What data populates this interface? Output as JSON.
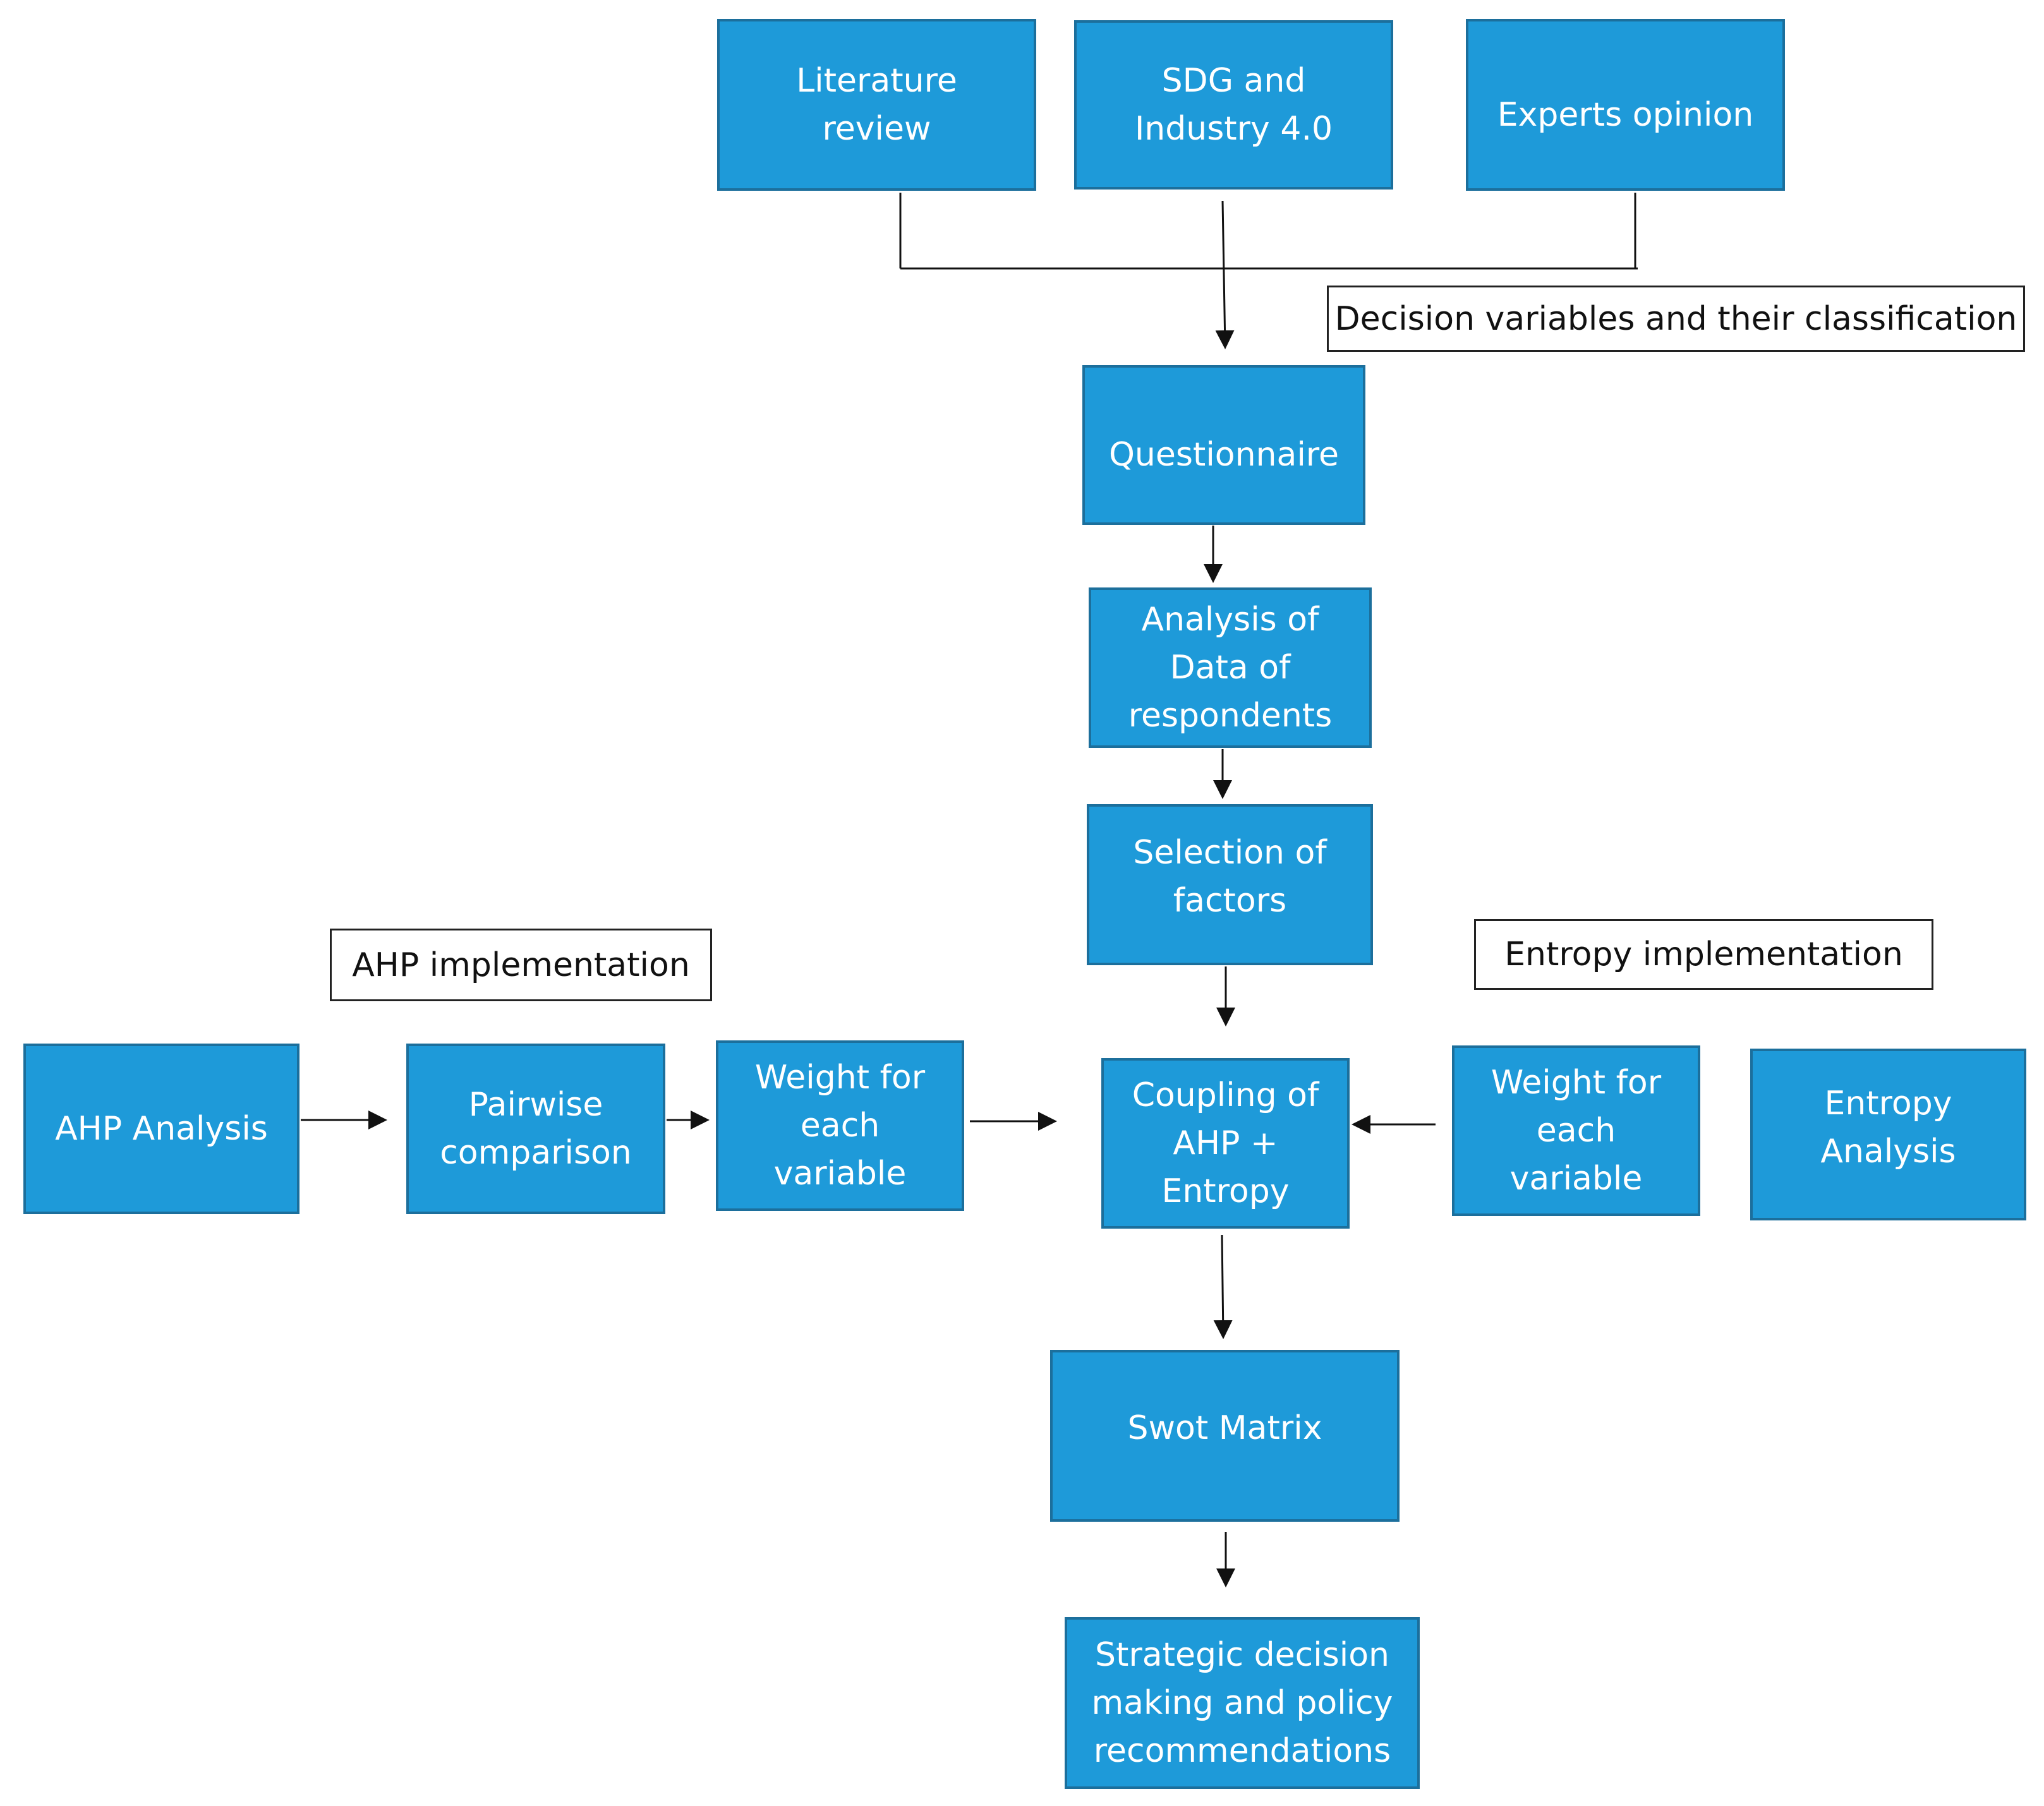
{
  "nodes": {
    "literature_review": "Literature\nreview",
    "sdg_industry": "SDG and\nIndustry 4.0",
    "experts_opinion": "Experts opinion",
    "questionnaire": "Questionnaire",
    "analysis_data": "Analysis of\nData of\nrespondents",
    "selection_factors": "Selection of\nfactors",
    "ahp_analysis": "AHP Analysis",
    "pairwise_comparison": "Pairwise\ncomparison",
    "weight_ahp": "Weight for\neach\nvariable",
    "coupling": "Coupling of\nAHP +\nEntropy",
    "weight_entropy": "Weight for\neach\nvariable",
    "entropy_analysis": "Entropy\nAnalysis",
    "swot_matrix": "Swot Matrix",
    "strategic_decision": "Strategic decision\nmaking and policy\nrecommendations"
  },
  "notes": {
    "decision_variables": "Decision variables and their classification",
    "ahp_implementation": "AHP implementation",
    "entropy_implementation": "Entropy implementation"
  },
  "colors": {
    "node_fill": "#1e9ad9",
    "node_border": "#1c6f9c",
    "connector": "#111111"
  }
}
